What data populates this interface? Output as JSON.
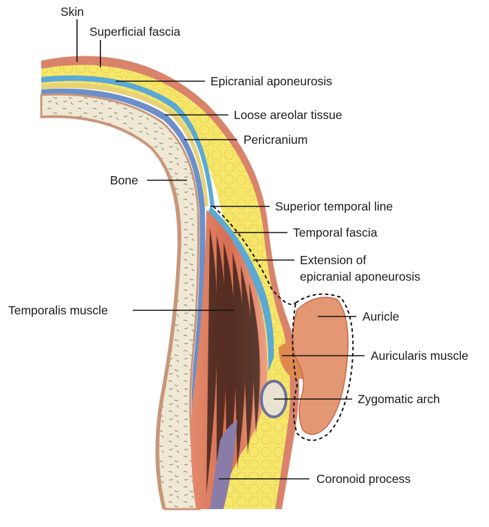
{
  "labels": {
    "skin": "Skin",
    "superficial_fascia": "Superficial fascia",
    "epicranial_aponeurosis": "Epicranial aponeurosis",
    "loose_areolar_tissue": "Loose areolar tissue",
    "pericranium": "Pericranium",
    "bone": "Bone",
    "superior_temporal_line": "Superior temporal line",
    "temporal_fascia": "Temporal fascia",
    "extension_line1": "Extension of",
    "extension_line2": "epicranial aponeurosis",
    "temporalis_muscle": "Temporalis muscle",
    "auricle": "Auricle",
    "auricularis_muscle": "Auricularis muscle",
    "zygomatic_arch": "Zygomatic arch",
    "coronoid_process": "Coronoid process"
  },
  "colors": {
    "skin": "#d9836b",
    "skin_dark": "#b8604a",
    "fat_yellow": "#f5e66a",
    "aponeurosis_blue": "#5aa9d6",
    "pericranium_blue": "#6b8fc9",
    "bone_fill": "#efe9d8",
    "muscle": "#d9775c",
    "muscle_light": "#eaa184",
    "coronoid_purple": "#8a7ca8"
  }
}
